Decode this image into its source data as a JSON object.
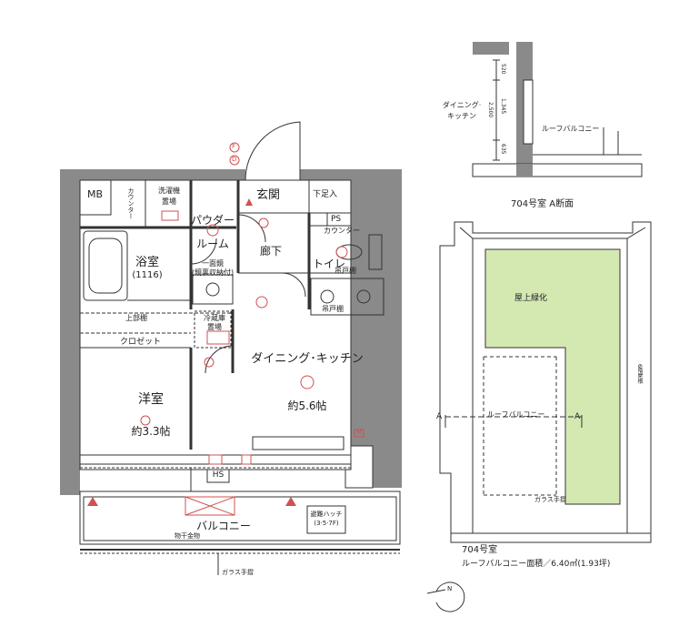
{
  "plan": {
    "rooms": {
      "mb": "MB",
      "counter1": "カウンター",
      "washer_line1": "洗濯機",
      "washer_line2": "置場",
      "entrance": "玄関",
      "shoe_storage": "下足入",
      "powder_line1": "パウダー",
      "powder_line2": "ルーム",
      "ps": "PS",
      "counter2": "カウンター",
      "bath_line1": "浴室",
      "bath_line2": "(1116)",
      "corridor": "廊下",
      "toilet": "トイレ",
      "hanging_shelf1": "吊戸棚",
      "mirror_line1": "一面鏡",
      "mirror_line2": "(鏡裏収納付)",
      "hanging_shelf2": "吊戸棚",
      "upper_shelf": "上部棚",
      "fridge_line1": "冷蔵庫",
      "fridge_line2": "置場",
      "closet": "クロゼット",
      "dk": "ダイニング･キッチン",
      "dk_size": "約5.6帖",
      "western": "洋室",
      "western_size": "約3.3帖",
      "m_mark": "M",
      "hs": "HS",
      "balcony": "バルコニー",
      "drying": "物干金物",
      "hatch_line1": "避難ハッチ",
      "hatch_line2": "(3·5·7F)",
      "glass_rail": "ガラス手摺"
    },
    "marks": {
      "f": "F",
      "d": "D"
    }
  },
  "section": {
    "title": "704号室 A断面",
    "dining_line1": "ダイニング·",
    "dining_line2": "キッチン",
    "roof_balcony": "ルーフバルコニー",
    "dims": [
      "520",
      "1,345",
      "2,500",
      "635"
    ]
  },
  "roof": {
    "greenery": "屋上緑化",
    "roof_balcony": "ルーフバルコニー",
    "glass_rail": "ガラス手摺",
    "side_note": "6階屋根",
    "cut_a1": "A",
    "cut_a2": "A",
    "room_no": "704号室",
    "area": "ルーフバルコニー面積／6.40㎡(1.93坪)"
  },
  "compass": {
    "n": "N"
  },
  "colors": {
    "greenery": "#d4e8b2",
    "wall": "#8a8a8a",
    "line": "#333333",
    "accent": "#d05050"
  }
}
